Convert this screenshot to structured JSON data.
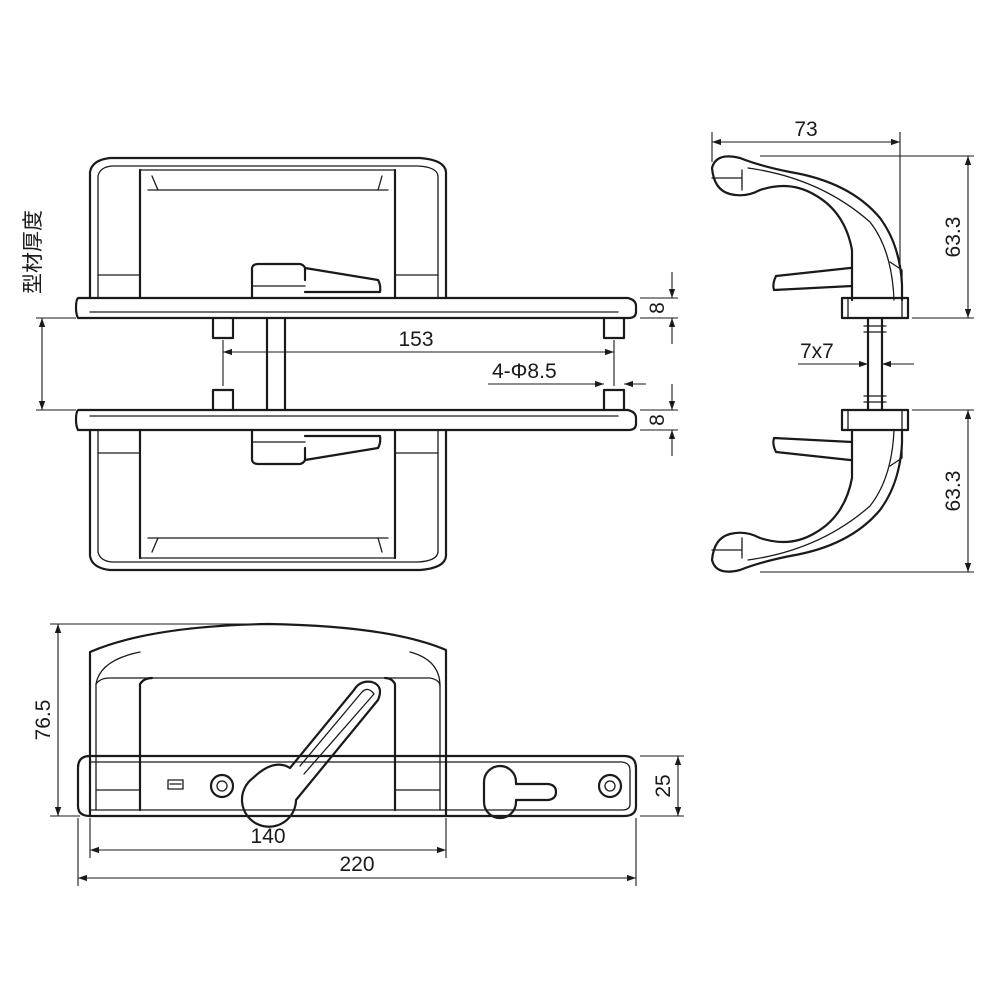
{
  "dimensions": {
    "top_width": "73",
    "upper_height": "63.3",
    "lower_height": "63.3",
    "spindle": "7x7",
    "plate_thickness_top": "8",
    "plate_thickness_bottom": "8",
    "hole_spacing": "153",
    "holes": "4-Φ8.5",
    "profile_thickness": "型材厚度",
    "overall_height": "76.5",
    "plate_height": "25",
    "grip_width": "140",
    "plate_length": "220"
  }
}
